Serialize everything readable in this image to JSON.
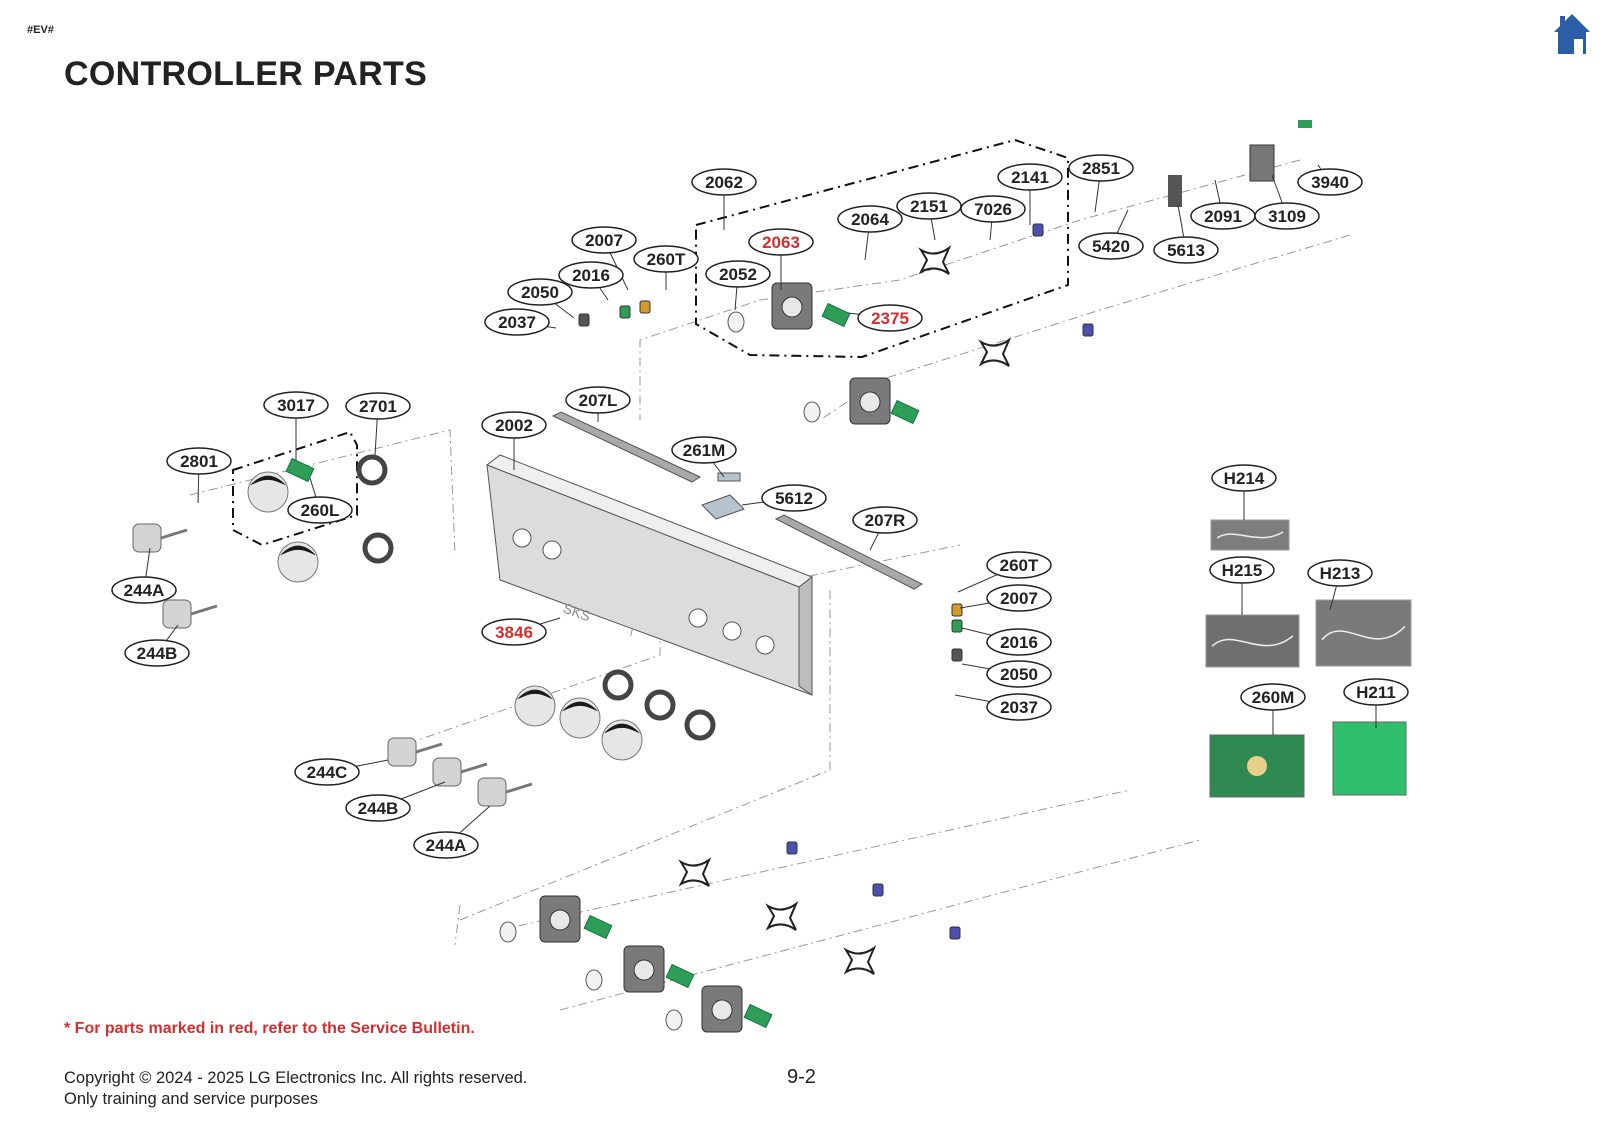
{
  "header": {
    "tag": "#EV#",
    "title": "CONTROLLER PARTS",
    "home_icon": "home-icon"
  },
  "colors": {
    "red_label": "#d32f2f",
    "home": "#2b5ea6",
    "board_green": "#2e9e57"
  },
  "labels": [
    {
      "id": "2062",
      "red": false
    },
    {
      "id": "2007",
      "red": false
    },
    {
      "id": "260T",
      "red": false
    },
    {
      "id": "2016",
      "red": false
    },
    {
      "id": "2063",
      "red": true
    },
    {
      "id": "2064",
      "red": false
    },
    {
      "id": "2151",
      "red": false
    },
    {
      "id": "7026",
      "red": false
    },
    {
      "id": "2141",
      "red": false
    },
    {
      "id": "2851",
      "red": false
    },
    {
      "id": "3940",
      "red": false
    },
    {
      "id": "2091",
      "red": false
    },
    {
      "id": "3109",
      "red": false
    },
    {
      "id": "5420",
      "red": false
    },
    {
      "id": "5613",
      "red": false
    },
    {
      "id": "2050",
      "red": false
    },
    {
      "id": "2052",
      "red": false
    },
    {
      "id": "2037",
      "red": false
    },
    {
      "id": "2375",
      "red": true
    },
    {
      "id": "3017",
      "red": false
    },
    {
      "id": "2701",
      "red": false
    },
    {
      "id": "207L",
      "red": false
    },
    {
      "id": "2002",
      "red": false
    },
    {
      "id": "2801",
      "red": false
    },
    {
      "id": "261M",
      "red": false
    },
    {
      "id": "5612",
      "red": false
    },
    {
      "id": "260L",
      "red": false
    },
    {
      "id": "207R",
      "red": false
    },
    {
      "id": "260T",
      "red": false
    },
    {
      "id": "2007",
      "red": false
    },
    {
      "id": "244A",
      "red": false
    },
    {
      "id": "3846",
      "red": true
    },
    {
      "id": "2016",
      "red": false
    },
    {
      "id": "244B",
      "red": false
    },
    {
      "id": "2050",
      "red": false
    },
    {
      "id": "2037",
      "red": false
    },
    {
      "id": "244C",
      "red": false
    },
    {
      "id": "244B",
      "red": false
    },
    {
      "id": "244A",
      "red": false
    },
    {
      "id": "H214",
      "red": false
    },
    {
      "id": "H215",
      "red": false
    },
    {
      "id": "H213",
      "red": false
    },
    {
      "id": "260M",
      "red": false
    },
    {
      "id": "H211",
      "red": false
    }
  ],
  "stamp": "SKS",
  "footer": {
    "note": "* For parts marked in red, refer to the Service Bulletin.",
    "copyright": "Copyright © 2024 - 2025 LG Electronics Inc. All rights reserved.",
    "purpose": "Only training and service purposes",
    "page": "9-2"
  }
}
